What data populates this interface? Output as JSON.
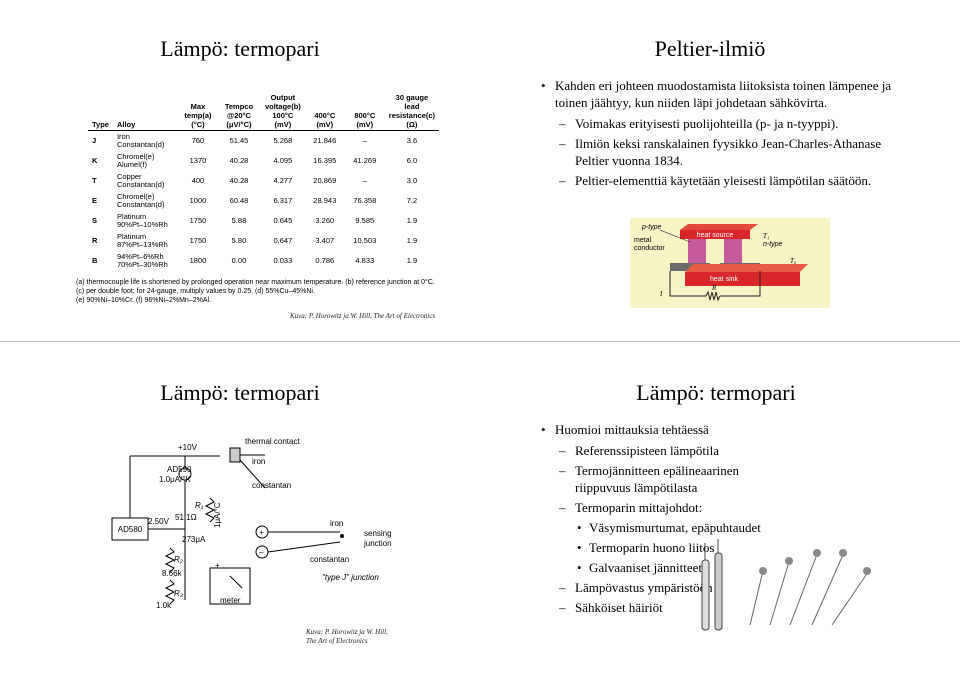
{
  "slides": {
    "tl": {
      "title": "Lämpö: termopari",
      "caption": "Kuva: P. Horowitz ja W. Hill, The Art of Electronics",
      "table": {
        "headers": [
          "Type",
          "Alloy",
          "Max temp(a) (°C)",
          "Tempco @20°C (μV/°C)",
          "Output voltage(b) 100°C (mV)",
          "400°C (mV)",
          "800°C (mV)",
          "30 gauge lead resistance(c) (Ω)"
        ],
        "rows": [
          [
            "J",
            "Iron\nConstantan(d)",
            "760",
            "51.45",
            "5.268",
            "21.846",
            "–",
            "3.6"
          ],
          [
            "K",
            "Chromel(e)\nAlumel(f)",
            "1370",
            "40.28",
            "4.095",
            "16.395",
            "41.269",
            "6.0"
          ],
          [
            "T",
            "Copper\nConstantan(d)",
            "400",
            "40.28",
            "4.277",
            "20.869",
            "–",
            "3.0"
          ],
          [
            "E",
            "Chromel(e)\nConstantan(d)",
            "1000",
            "60.48",
            "6.317",
            "28.943",
            "76.358",
            "7.2"
          ],
          [
            "S",
            "Platinum\n90%Pt–10%Rh",
            "1750",
            "5.88",
            "0.645",
            "3.260",
            "9.585",
            "1.9"
          ],
          [
            "R",
            "Platinum\n87%Pt–13%Rh",
            "1750",
            "5.80",
            "0.647",
            "3.407",
            "10.503",
            "1.9"
          ],
          [
            "B",
            "94%Pt–6%Rh\n70%Pt–30%Rh",
            "1800",
            "0.00",
            "0.033",
            "0.786",
            "4.833",
            "1.9"
          ]
        ],
        "notes": [
          "(a) thermocouple life is shortened by prolonged operation near maximum temperature. (b) reference junction at 0°C. (c) per double foot; for 24-gauge, multiply values by 0.25. (d) 55%Cu–45%Ni.",
          "(e) 90%Ni–10%Cr. (f) 96%Ni–2%Mn–2%Al."
        ]
      }
    },
    "tr": {
      "title": "Peltier-ilmiö",
      "bullets": [
        {
          "level": 1,
          "text": "Kahden eri johteen muodostamista liitoksista toinen lämpenee ja toinen jäähtyy, kun niiden läpi johdetaan sähkövirta."
        },
        {
          "level": 2,
          "text": "Voimakas erityisesti puolijohteilla (p- ja n-tyyppi)."
        },
        {
          "level": 2,
          "text": "Ilmiön keksi ranskalainen fyysikko Jean-Charles-Athanase Peltier vuonna 1834."
        },
        {
          "level": 2,
          "text": "Peltier-elementtiä käytetään yleisesti lämpötilan säätöön."
        }
      ],
      "diagram": {
        "heat_source": "heat source",
        "heat_sink": "heat sink",
        "p_type": "p-type",
        "n_type": "n-type",
        "metal_conductor_1": "metal",
        "metal_conductor_2": "conductor",
        "t1": "T₁",
        "t0": "T₀",
        "current": "I",
        "resistor": "R"
      }
    },
    "bl": {
      "title": "Lämpö: termopari",
      "caption_1": "Kuva: P. Horowitz ja W. Hill,",
      "caption_2": "The Art of Electronics",
      "circuit": {
        "v10": "+10V",
        "thermal_contact": "thermal contact",
        "iron_top": "iron",
        "constantan_top": "constantan",
        "ad590": "AD590",
        "ad590_spec": "1.0μA/°K",
        "ad580": "AD580",
        "v250": "2.50V",
        "r1": "R₁",
        "r1_val": "51.1Ω",
        "ua_per_c": "1μA/°C",
        "i273": "273μA",
        "r2": "R₂",
        "r2_val": "8.66k",
        "r3": "R₃",
        "r3_val": "1.0k",
        "meter": "meter",
        "iron_right": "iron",
        "constantan_bottom": "constantan",
        "sensing_1": "sensing",
        "sensing_2": "junction",
        "type_j": "\"type J\" junction",
        "plus": "+",
        "minus": "–"
      }
    },
    "br": {
      "title": "Lämpö: termopari",
      "bullets": [
        {
          "level": 1,
          "text": "Huomioi mittauksia tehtäessä"
        },
        {
          "level": 2,
          "text": "Referenssipisteen lämpötila"
        },
        {
          "level": 2,
          "text": "Termojännitteen epälineaarinen riippuvuus lämpötilasta"
        },
        {
          "level": 2,
          "text": "Termoparin mittajohdot:"
        },
        {
          "level": 3,
          "text": "Väsymismurtumat, epäpuhtaudet"
        },
        {
          "level": 3,
          "text": "Termoparin huono liitos"
        },
        {
          "level": 3,
          "text": "Galvaaniset jännitteet"
        },
        {
          "level": 2,
          "text": "Lämpövastus ympäristöön"
        },
        {
          "level": 2,
          "text": "Sähköiset häiriöt"
        }
      ]
    }
  }
}
